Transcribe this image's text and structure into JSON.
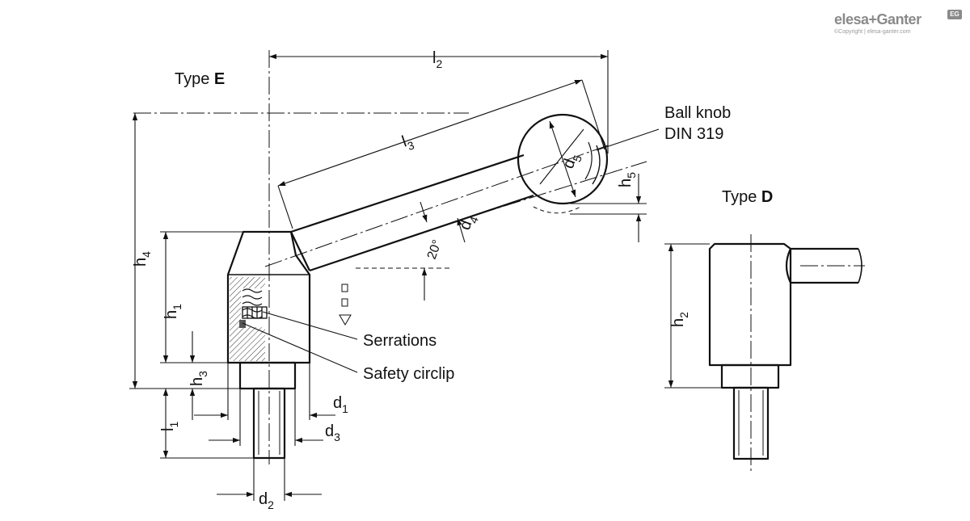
{
  "brand": {
    "name": "elesa+Ganter",
    "badge": "EG",
    "copyright": "©Copyright | elesa-ganter.com"
  },
  "views": {
    "type_e": {
      "prefix": "Type ",
      "letter": "E"
    },
    "type_d": {
      "prefix": "Type ",
      "letter": "D"
    }
  },
  "callouts": {
    "ball_knob_line1": "Ball knob",
    "ball_knob_line2": "DIN 319",
    "serrations": "Serrations",
    "safety_circlip": "Safety circlip"
  },
  "angle": "20°",
  "dimensions": {
    "l2": {
      "base": "l",
      "sub": "2"
    },
    "l3": {
      "base": "l",
      "sub": "3"
    },
    "l1": {
      "base": "l",
      "sub": "1"
    },
    "h1": {
      "base": "h",
      "sub": "1"
    },
    "h2": {
      "base": "h",
      "sub": "2"
    },
    "h3": {
      "base": "h",
      "sub": "3"
    },
    "h4": {
      "base": "h",
      "sub": "4"
    },
    "h5": {
      "base": "h",
      "sub": "5"
    },
    "d1": {
      "base": "d",
      "sub": "1"
    },
    "d2": {
      "base": "d",
      "sub": "2"
    },
    "d3": {
      "base": "d",
      "sub": "3"
    },
    "d4": {
      "base": "d",
      "sub": "4"
    },
    "d5": {
      "base": "d",
      "sub": "5"
    }
  },
  "colors": {
    "line": "#111111",
    "hatch": "#333333",
    "brand_grey": "#8a8a8a"
  }
}
